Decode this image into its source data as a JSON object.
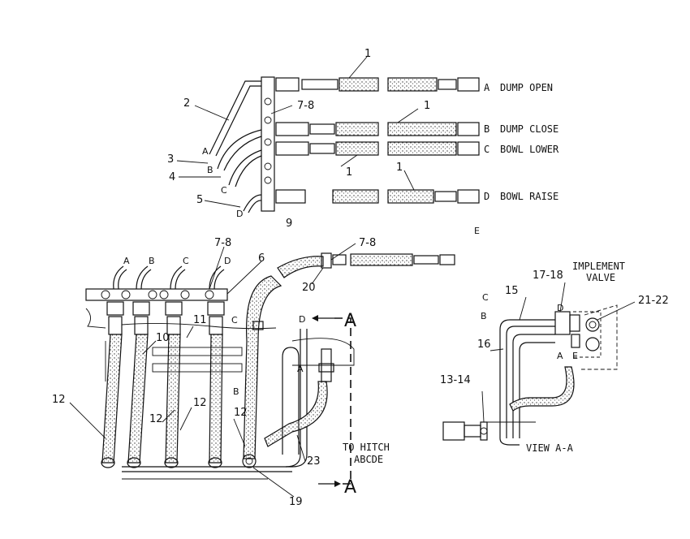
{
  "top_view": {
    "callouts": [
      "1",
      "2",
      "3",
      "4",
      "5",
      "7-8",
      "9",
      "1",
      "1",
      "1",
      "E"
    ],
    "line_letters": [
      "A",
      "B",
      "C",
      "D"
    ],
    "functions": [
      {
        "letter": "A",
        "name": "DUMP OPEN"
      },
      {
        "letter": "B",
        "name": "DUMP CLOSE"
      },
      {
        "letter": "C",
        "name": "BOWL LOWER"
      },
      {
        "letter": "D",
        "name": "BOWL RAISE"
      }
    ]
  },
  "main_view": {
    "callouts": [
      "7-8",
      "6",
      "7-8",
      "20",
      "11",
      "10",
      "12",
      "12",
      "12",
      "12",
      "23",
      "19"
    ],
    "tube_letters": [
      "A",
      "B",
      "C",
      "D"
    ],
    "inner_letters": [
      "C",
      "D",
      "A",
      "B"
    ],
    "to_hitch": [
      "TO HITCH",
      "ABCDE"
    ],
    "section_marks": [
      "A",
      "A"
    ]
  },
  "view_aa": {
    "title": "VIEW A-A",
    "implement_valve": [
      "IMPLEMENT",
      "VALVE"
    ],
    "callouts": [
      "17-18",
      "15",
      "21-22",
      "16",
      "13-14"
    ],
    "letters": [
      "C",
      "B",
      "D",
      "A",
      "E"
    ]
  }
}
